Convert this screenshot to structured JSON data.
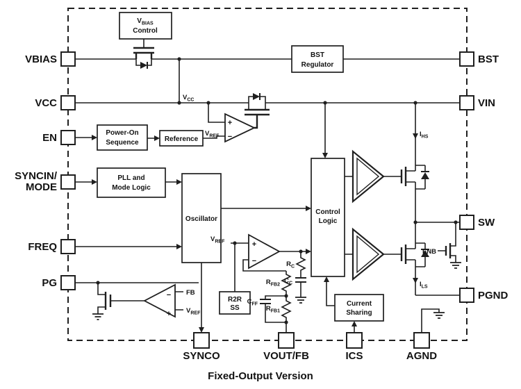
{
  "caption": "Fixed-Output Version",
  "colors": {
    "line": "#1f1f1f",
    "background": "#ffffff"
  },
  "pins": {
    "left": {
      "vbias": "VBIAS",
      "vcc": "VCC",
      "en": "EN",
      "syncin_line1": "SYNCIN/",
      "syncin_line2": "MODE",
      "freq": "FREQ",
      "pg": "PG"
    },
    "right": {
      "bst": "BST",
      "vin": "VIN",
      "sw": "SW",
      "pgnd": "PGND"
    },
    "bottom": {
      "synco": "SYNCO",
      "voutfb": "VOUT/FB",
      "ics": "ICS",
      "agnd": "AGND"
    }
  },
  "blocks": {
    "vbias_control": {
      "line1_main": "V",
      "line1_sub": "BIAS",
      "line2": "Control"
    },
    "bst_regulator": {
      "line1": "BST",
      "line2": "Regulator"
    },
    "power_on_sequence": {
      "line1": "Power-On",
      "line2": "Sequence"
    },
    "reference": {
      "label": "Reference"
    },
    "pll_mode_logic": {
      "line1": "PLL and",
      "line2": "Mode Logic"
    },
    "oscillator": {
      "label": "Oscillator"
    },
    "control_logic": {
      "line1": "Control",
      "line2": "Logic"
    },
    "r2r_ss": {
      "line1": "R2R",
      "line2": "SS"
    },
    "current_sharing": {
      "line1": "Current",
      "line2": "Sharing"
    }
  },
  "signals": {
    "vcc": {
      "base": "V",
      "sub": "CC"
    },
    "vref": {
      "base": "V",
      "sub": "REF"
    },
    "fb": "FB",
    "ihs": {
      "base": "I",
      "sub": "HS"
    },
    "ils": {
      "base": "I",
      "sub": "LS"
    },
    "enb": "ENB",
    "rfb2": {
      "base": "R",
      "sub": "FB2"
    },
    "rfb1": {
      "base": "R",
      "sub": "FB1"
    },
    "cff": {
      "base": "C",
      "sub": "FF"
    },
    "rc": {
      "base": "R",
      "sub": "C"
    },
    "cc": {
      "base": "C",
      "sub": "C"
    },
    "plus": "+",
    "minus": "−"
  }
}
